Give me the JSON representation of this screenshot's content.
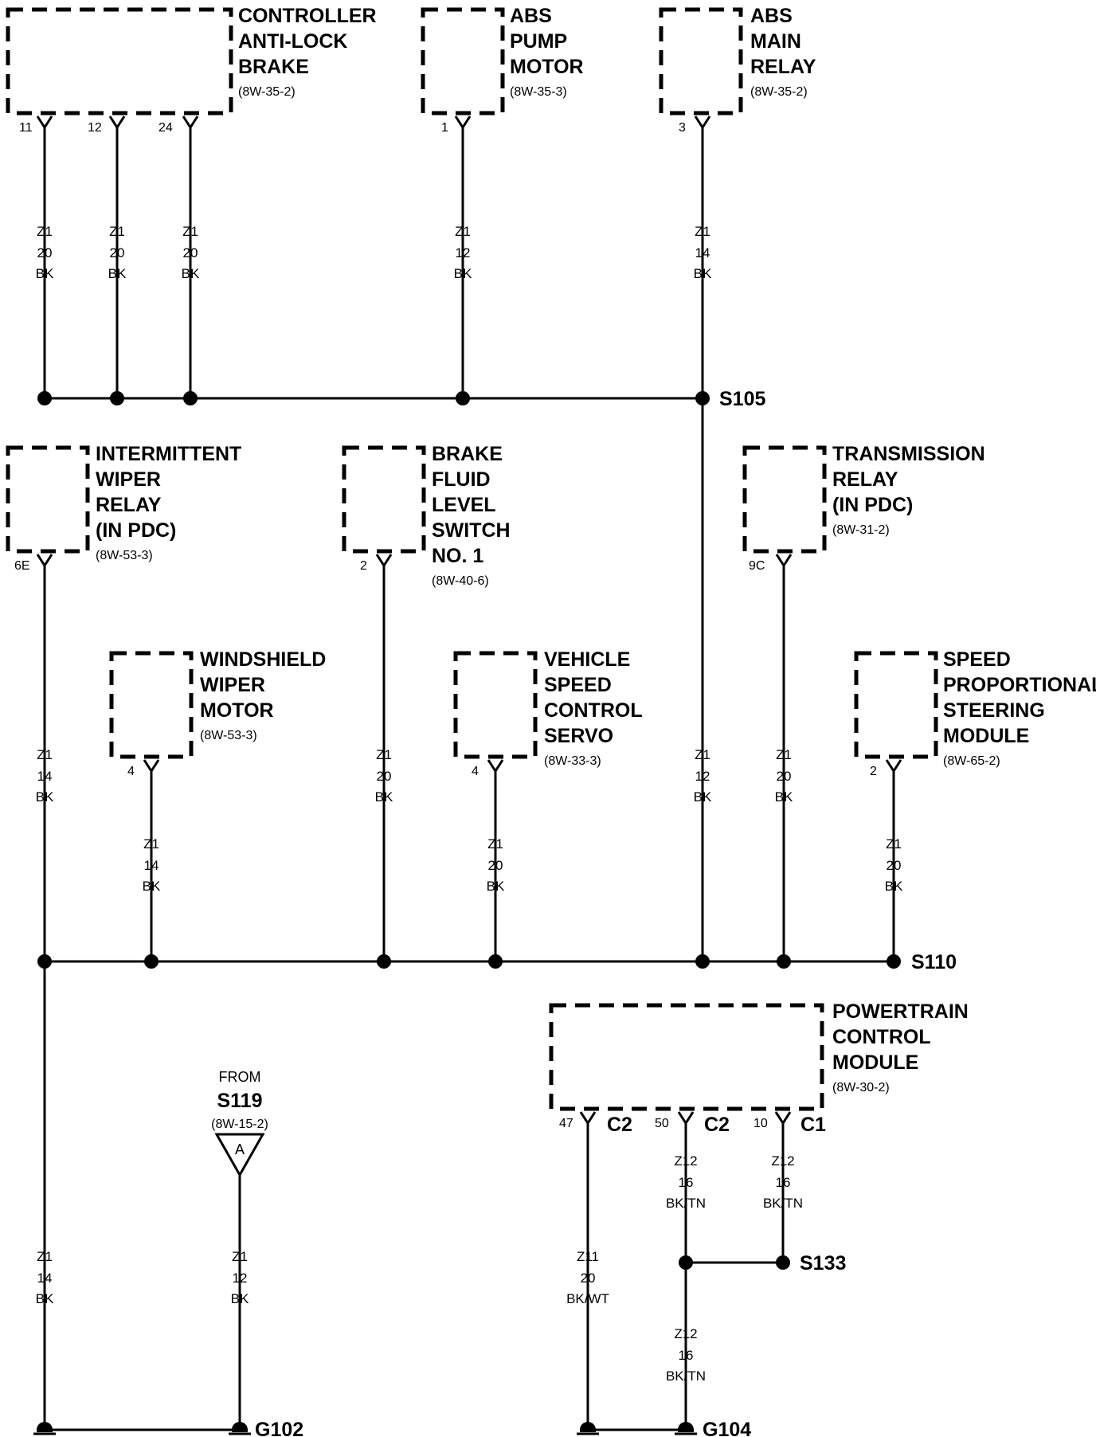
{
  "components": {
    "abs_controller": {
      "name": [
        "CONTROLLER",
        "ANTI-LOCK",
        "BRAKE"
      ],
      "ref": "(8W-35-2)"
    },
    "abs_pump_motor": {
      "name": [
        "ABS",
        "PUMP",
        "MOTOR"
      ],
      "ref": "(8W-35-3)"
    },
    "abs_main_relay": {
      "name": [
        "ABS",
        "MAIN",
        "RELAY"
      ],
      "ref": "(8W-35-2)"
    },
    "intermittent_wiper_relay": {
      "name": [
        "INTERMITTENT",
        "WIPER",
        "RELAY",
        "(IN PDC)"
      ],
      "ref": "(8W-53-3)"
    },
    "brake_fluid_level_switch": {
      "name": [
        "BRAKE",
        "FLUID",
        "LEVEL",
        "SWITCH",
        "NO. 1"
      ],
      "ref": "(8W-40-6)"
    },
    "transmission_relay": {
      "name": [
        "TRANSMISSION",
        "RELAY",
        "(IN PDC)"
      ],
      "ref": "(8W-31-2)"
    },
    "windshield_wiper_motor": {
      "name": [
        "WINDSHIELD",
        "WIPER",
        "MOTOR"
      ],
      "ref": "(8W-53-3)"
    },
    "vehicle_speed_control_servo": {
      "name": [
        "VEHICLE",
        "SPEED",
        "CONTROL",
        "SERVO"
      ],
      "ref": "(8W-33-3)"
    },
    "speed_proportional_steering_module": {
      "name": [
        "SPEED",
        "PROPORTIONAL",
        "STEERING",
        "MODULE"
      ],
      "ref": "(8W-65-2)"
    },
    "powertrain_control_module": {
      "name": [
        "POWERTRAIN",
        "CONTROL",
        "MODULE"
      ],
      "ref": "(8W-30-2)"
    }
  },
  "pins": {
    "abs_11": "11",
    "abs_12": "12",
    "abs_24": "24",
    "pump_1": "1",
    "relay_3": "3",
    "iwr_6e": "6E",
    "bfl_2": "2",
    "tr_9c": "9C",
    "wwm_4": "4",
    "vsc_4": "4",
    "sps_2": "2",
    "pcm_47": "47",
    "pcm_50": "50",
    "pcm_10": "10"
  },
  "pcm_connectors": {
    "c47": "C2",
    "c50": "C2",
    "c10": "C1"
  },
  "wires": {
    "abs_11": [
      "Z1",
      "20",
      "BK"
    ],
    "abs_12": [
      "Z1",
      "20",
      "BK"
    ],
    "abs_24": [
      "Z1",
      "20",
      "BK"
    ],
    "pump": [
      "Z1",
      "12",
      "BK"
    ],
    "relay": [
      "Z1",
      "14",
      "BK"
    ],
    "s105_s110": [
      "Z1",
      "12",
      "BK"
    ],
    "iwr": [
      "Z1",
      "14",
      "BK"
    ],
    "wwm": [
      "Z1",
      "14",
      "BK"
    ],
    "bfl": [
      "Z1",
      "20",
      "BK"
    ],
    "vsc": [
      "Z1",
      "20",
      "BK"
    ],
    "tr": [
      "Z1",
      "20",
      "BK"
    ],
    "sps": [
      "Z1",
      "20",
      "BK"
    ],
    "s110_g102": [
      "Z1",
      "14",
      "BK"
    ],
    "s119_g102": [
      "Z1",
      "12",
      "BK"
    ],
    "pcm_47": [
      "Z11",
      "20",
      "BK/WT"
    ],
    "pcm_50": [
      "Z12",
      "16",
      "BK/TN"
    ],
    "pcm_10": [
      "Z12",
      "16",
      "BK/TN"
    ],
    "s133_g104": [
      "Z12",
      "16",
      "BK/TN"
    ]
  },
  "splices": {
    "s105": "S105",
    "s110": "S110",
    "s133": "S133"
  },
  "grounds": {
    "g102": "G102",
    "g104": "G104"
  },
  "from_ref": {
    "label": "FROM",
    "splice": "S119",
    "ref": "(8W-15-2)",
    "connector": "A"
  }
}
